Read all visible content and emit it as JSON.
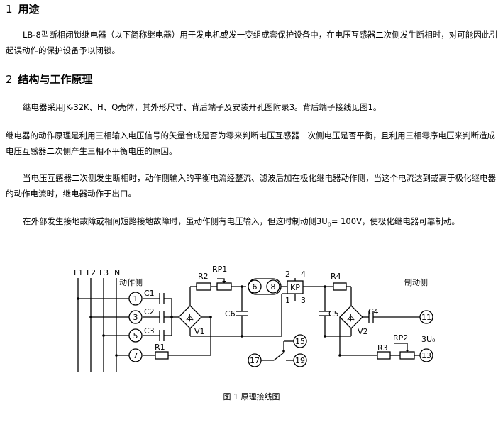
{
  "sections": [
    {
      "number": "1",
      "title": "用途",
      "paragraphs": [
        "LB-8型断相闭锁继电器（以下简称继电器）用于发电机或发一变组成套保护设备中，在电压互感器二次侧发生断相时，对可能因此引起误动作的保护设备予以闭锁。"
      ]
    },
    {
      "number": "2",
      "title": "结构与工作原理",
      "paragraphs": [
        "继电器采用JK-32K、H、Q壳体，其外形尺寸、背后端子及安装开孔图附录3。背后端子接线见图1。",
        "继电器的动作原理是利用三相输入电压信号的矢量合成是否为零来判断电压互感器二次侧电压是否平衡，且利用三相零序电压来判断造成电压互感器二次侧产生三相不平衡电压的原因。",
        "当电压互感器二次侧发生断相时，动作侧输入的平衡电流经整流、滤波后加在极化继电器动作侧，当这个电流达到或高于极化继电器的动作电流时，继电器动作于出口。"
      ],
      "last_paragraph": {
        "before": "在外部发生接地故障或相间短路接地故障时，虽动作侧有电压输入，但这时制动侧3U",
        "sub": "0",
        "after": "= 100V，使极化继电器可靠制动。"
      }
    }
  ],
  "diagram": {
    "bus_labels": [
      "L1",
      "L2",
      "L3",
      "N"
    ],
    "action_side_label": "动作侧",
    "brake_side_label": "制动侧",
    "capacitors": [
      "C1",
      "C2",
      "C3",
      "C4",
      "C5",
      "C6"
    ],
    "resistors": [
      "R1",
      "R2",
      "R3",
      "R4"
    ],
    "potentiometers": [
      "RP1",
      "RP2"
    ],
    "bridges": [
      "V1",
      "V2"
    ],
    "bridge_symbol": "本",
    "relay_label": "KP",
    "relay_pins": [
      "2",
      "4",
      "1",
      "3"
    ],
    "terminals": [
      "1",
      "3",
      "5",
      "7",
      "6",
      "8",
      "15",
      "17",
      "19",
      "11",
      "13"
    ],
    "zero_seq_label": "3U₀",
    "caption": "图 1    原理接线图"
  }
}
